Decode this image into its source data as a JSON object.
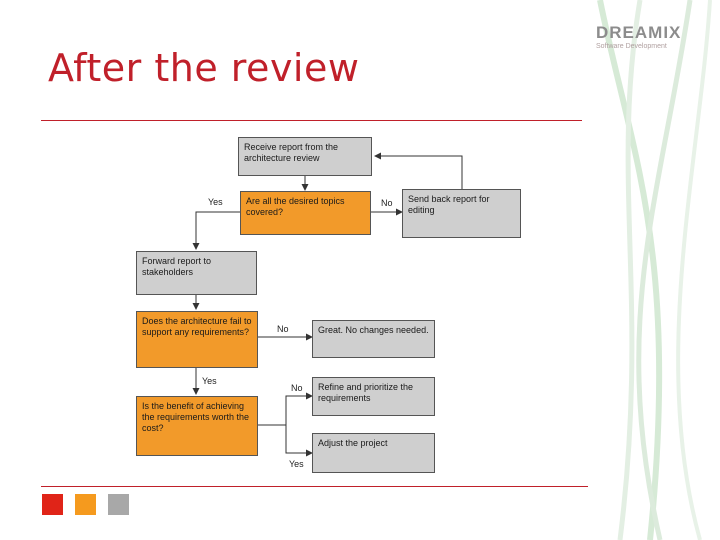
{
  "slide": {
    "title": "After the review",
    "logo": {
      "main": "DREAMIX",
      "sub": "Software Development"
    }
  },
  "flowchart": {
    "nodes": {
      "receive": "Receive report from the architecture review",
      "topics": "Are all the desired topics covered?",
      "sendback": "Send back report for editing",
      "forward": "Forward report to stakeholders",
      "fail": "Does the architecture fail to support any requirements?",
      "great": "Great. No changes needed.",
      "benefit": "Is the benefit of achieving the requirements worth the cost?",
      "refine": "Refine and prioritize the requirements",
      "adjust": "Adjust the project"
    },
    "labels": {
      "yes_topics": "Yes",
      "no_topics": "No",
      "no_fail": "No",
      "yes_fail": "Yes",
      "no_benefit": "No",
      "yes_benefit": "Yes"
    }
  },
  "colors": {
    "title": "#c0202a",
    "rule": "#c0202a",
    "node_gray": "#cfcfcf",
    "node_orange": "#f29a2a",
    "square_red": "#e02418",
    "square_orange": "#f59a1e",
    "square_gray": "#a8a8a8"
  }
}
